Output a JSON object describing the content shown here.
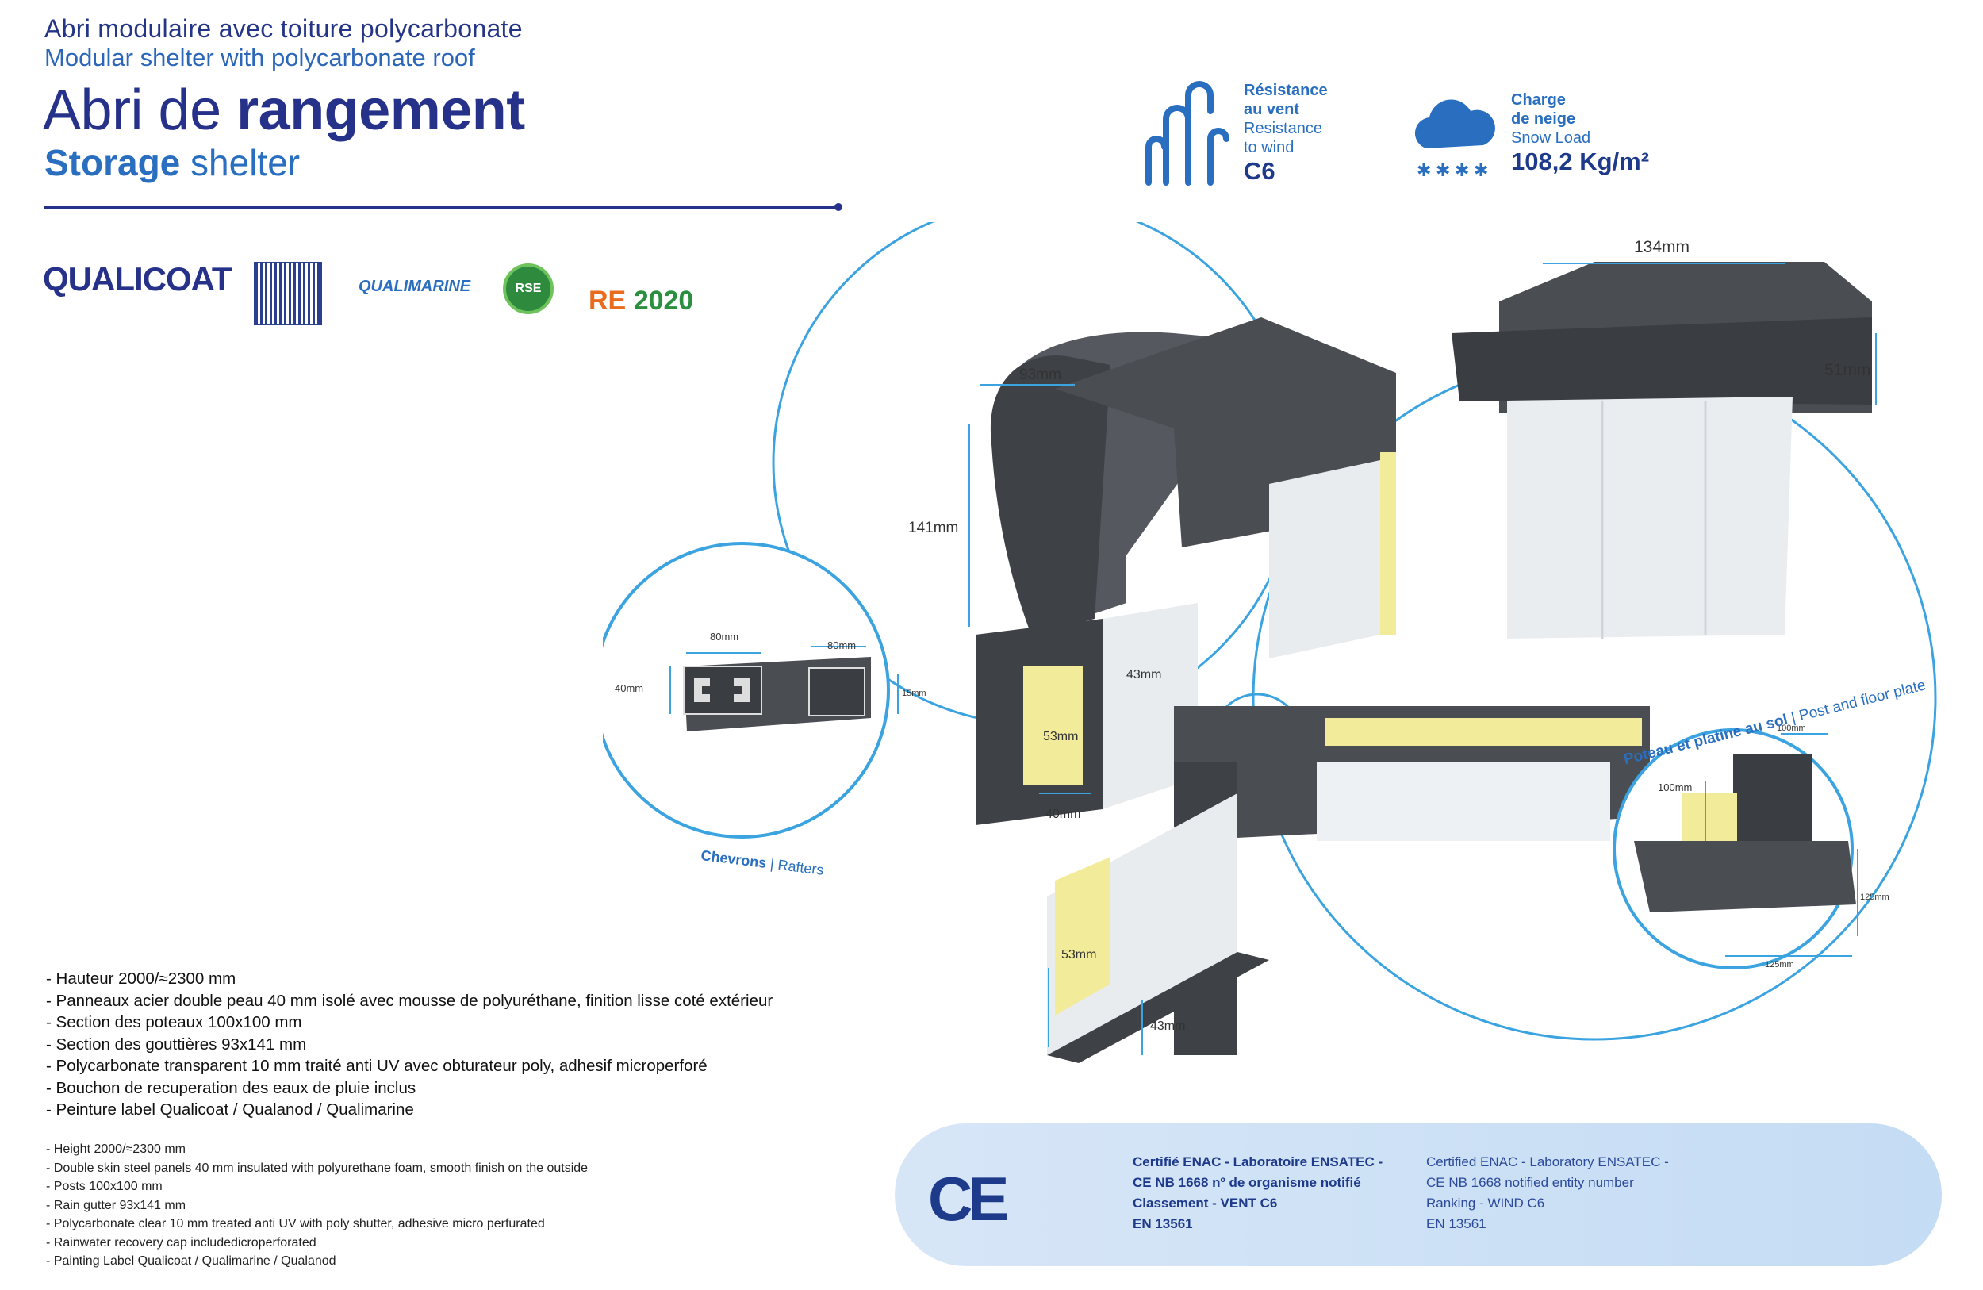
{
  "header": {
    "subtitle_fr": "Abri modulaire avec toiture polycarbonate",
    "subtitle_en": "Modular shelter with polycarbonate roof",
    "title_fr_light": "Abri de ",
    "title_fr_bold": "rangement",
    "title_en_bold": "Storage",
    "title_en_light": " shelter"
  },
  "logos": {
    "qualicoat": "QUALICOAT",
    "qualimarine": "QUALIMARINE",
    "rse": "RSE",
    "re_prefix": "RE",
    "re_year": "2020"
  },
  "wind": {
    "label_fr_1": "Résistance",
    "label_fr_2": "au vent",
    "label_en_1": "Resistance",
    "label_en_2": "to wind",
    "value": "C6"
  },
  "snow": {
    "label_fr_1": "Charge",
    "label_fr_2": "de neige",
    "label_en": "Snow Load",
    "value": "108,2 Kg/m²"
  },
  "dimensions": {
    "d93": "93mm",
    "d141": "141mm",
    "d134": "134mm",
    "d51": "51mm",
    "d80a": "80mm",
    "d80b": "80mm",
    "d40v": "40mm",
    "d15": "15mm",
    "d43a": "43mm",
    "d53a": "53mm",
    "d40b": "40mm",
    "d53b": "53mm",
    "d43b": "43mm",
    "d100a": "100mm",
    "d100b": "100mm",
    "d125a": "125mm",
    "d125b": "125mm"
  },
  "callouts": {
    "rafters_fr": "Chevrons",
    "rafters_en": "Rafters",
    "post_fr": "Poteau et platine au sol",
    "post_en": "Post and floor plate"
  },
  "specs_fr": [
    "- Hauteur 2000/≈2300 mm",
    "- Panneaux acier double peau 40 mm isolé avec mousse de polyuréthane, finition lisse coté extérieur",
    "- Section des poteaux 100x100 mm",
    "- Section des gouttières 93x141 mm",
    "- Polycarbonate transparent 10 mm traité anti UV avec obturateur poly, adhesif microperforé",
    "- Bouchon de recuperation des eaux de pluie inclus",
    "- Peinture label Qualicoat / Qualanod / Qualimarine"
  ],
  "specs_en": [
    "- Height 2000/≈2300 mm",
    "- Double skin steel panels 40 mm insulated with polyurethane foam, smooth finish on the outside",
    "- Posts 100x100 mm",
    "- Rain gutter 93x141 mm",
    "- Polycarbonate clear 10 mm treated anti UV with poly shutter, adhesive micro perfurated",
    "- Rainwater recovery cap includedicroperforated",
    "- Painting Label Qualicoat / Qualimarine / Qualanod"
  ],
  "certification": {
    "ce": "CE",
    "fr": [
      "Certifié ENAC - Laboratoire ENSATEC -",
      "CE NB 1668 nº de organisme notifié",
      "Classement - VENT C6",
      "EN 13561"
    ],
    "en": [
      "Certified ENAC - Laboratory ENSATEC -",
      "CE NB 1668 notified entity number",
      "Ranking - WIND C6",
      "EN 13561"
    ]
  },
  "colors": {
    "brand_dark": "#26318a",
    "brand_blue": "#2a6fbf",
    "circle_line": "#3aa3e0",
    "profile_grey": "#4a4d52",
    "insulation": "#f2ec9a"
  }
}
